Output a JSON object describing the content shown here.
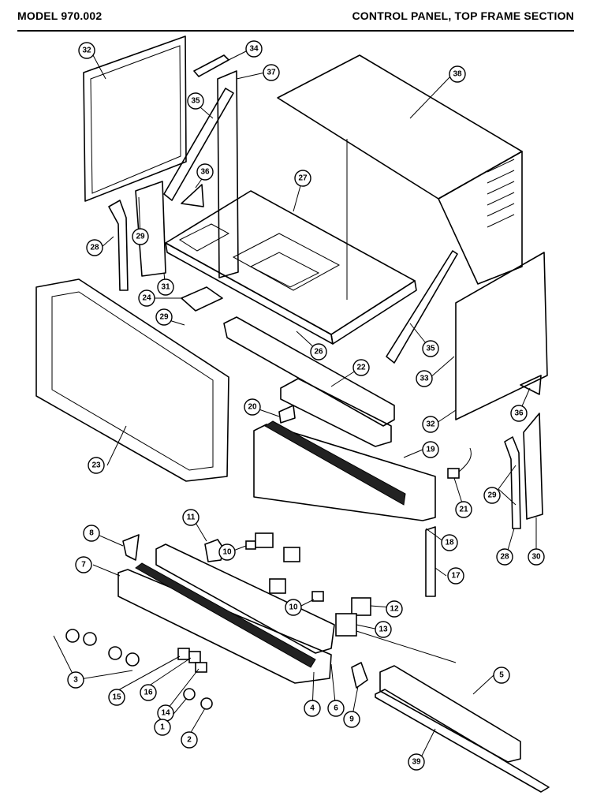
{
  "header": {
    "model": "MODEL 970.002",
    "section": "CONTROL PANEL, TOP FRAME SECTION"
  },
  "callouts": [
    {
      "id": "c32a",
      "label": "32"
    },
    {
      "id": "c34",
      "label": "34"
    },
    {
      "id": "c37",
      "label": "37"
    },
    {
      "id": "c38",
      "label": "38"
    },
    {
      "id": "c35a",
      "label": "35"
    },
    {
      "id": "c36a",
      "label": "36"
    },
    {
      "id": "c27",
      "label": "27"
    },
    {
      "id": "c28a",
      "label": "28"
    },
    {
      "id": "c29a",
      "label": "29"
    },
    {
      "id": "c31",
      "label": "31"
    },
    {
      "id": "c24",
      "label": "24"
    },
    {
      "id": "c29b",
      "label": "29"
    },
    {
      "id": "c26",
      "label": "26"
    },
    {
      "id": "c22",
      "label": "22"
    },
    {
      "id": "c35b",
      "label": "35"
    },
    {
      "id": "c33",
      "label": "33"
    },
    {
      "id": "c32b",
      "label": "32"
    },
    {
      "id": "c36b",
      "label": "36"
    },
    {
      "id": "c20",
      "label": "20"
    },
    {
      "id": "c19",
      "label": "19"
    },
    {
      "id": "c23",
      "label": "23"
    },
    {
      "id": "c21",
      "label": "21"
    },
    {
      "id": "c29c",
      "label": "29"
    },
    {
      "id": "c18",
      "label": "18"
    },
    {
      "id": "c28b",
      "label": "28"
    },
    {
      "id": "c30",
      "label": "30"
    },
    {
      "id": "c8a",
      "label": "8"
    },
    {
      "id": "c11",
      "label": "11"
    },
    {
      "id": "c7",
      "label": "7"
    },
    {
      "id": "c10a",
      "label": "10"
    },
    {
      "id": "c17",
      "label": "17"
    },
    {
      "id": "c10b",
      "label": "10"
    },
    {
      "id": "c12",
      "label": "12"
    },
    {
      "id": "c13",
      "label": "13"
    },
    {
      "id": "c3",
      "label": "3"
    },
    {
      "id": "c15",
      "label": "15"
    },
    {
      "id": "c16",
      "label": "16"
    },
    {
      "id": "c14",
      "label": "14"
    },
    {
      "id": "c1",
      "label": "1"
    },
    {
      "id": "c2",
      "label": "2"
    },
    {
      "id": "c4",
      "label": "4"
    },
    {
      "id": "c6",
      "label": "6"
    },
    {
      "id": "c9",
      "label": "9"
    },
    {
      "id": "c5",
      "label": "5"
    },
    {
      "id": "c39",
      "label": "39"
    }
  ]
}
